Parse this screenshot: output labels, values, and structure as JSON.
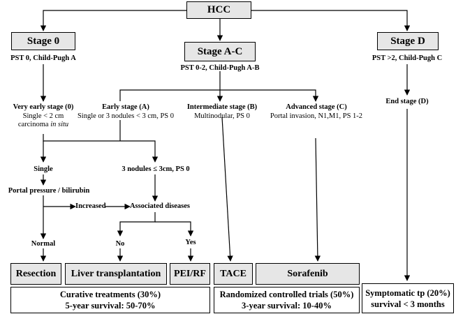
{
  "root": "HCC",
  "stages": {
    "s0": {
      "title": "Stage 0",
      "criteria": "PST 0, Child-Pugh A"
    },
    "sac": {
      "title": "Stage A-C",
      "criteria": "PST 0-2, Child-Pugh A-B"
    },
    "sd": {
      "title": "Stage D",
      "criteria": "PST >2, Child-Pugh C"
    }
  },
  "substages": {
    "very_early": {
      "title": "Very early stage (0)",
      "line1": "Single < 2 cm",
      "line2_pre": "carcinoma ",
      "line2_em": "in situ"
    },
    "early": {
      "title": "Early stage (A)",
      "line1": "Single or 3 nodules < 3 cm, PS 0"
    },
    "intermediate": {
      "title": "Intermediate stage (B)",
      "line1": "Multinodular, PS 0"
    },
    "advanced": {
      "title": "Advanced stage (C)",
      "line1": "Portal invasion, N1,M1, PS 1-2"
    },
    "end": {
      "title": "End stage (D)"
    }
  },
  "nodes": {
    "single": "Single",
    "three_nodules": "3 nodules ≤ 3cm, PS 0",
    "portal_pressure": "Portal pressure / bilirubin",
    "increased": "Increased",
    "associated_diseases": "Associated diseases",
    "normal": "Normal",
    "no": "No",
    "yes": "Yes"
  },
  "treatments": {
    "resection": "Resection",
    "liver_transplantation": "Liver transplantation",
    "pei_rf": "PEI/RF",
    "tace": "TACE",
    "sorafenib": "Sorafenib"
  },
  "results": {
    "curative": {
      "line1": "Curative treatments (30%)",
      "line2": "5-year survival: 50-70%"
    },
    "rct": {
      "line1": "Randomized controlled trials (50%)",
      "line2": "3-year survival: 10-40%"
    },
    "symptomatic": {
      "line1": "Symptomatic tp (20%)",
      "line2": "survival < 3 months"
    }
  }
}
